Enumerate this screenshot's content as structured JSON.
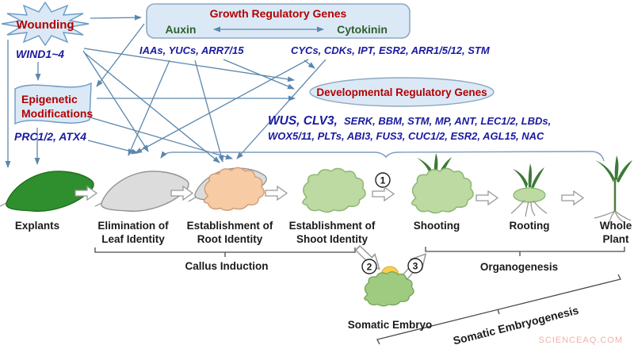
{
  "watermark": "SCIENCEAQ.COM",
  "triggers": {
    "wounding": {
      "label": "Wounding",
      "genes": "WIND1~4"
    },
    "epigenetic": {
      "line1": "Epigenetic",
      "line2": "Modifications",
      "genes": "PRC1/2, ATX4"
    }
  },
  "growth_box": {
    "title": "Growth Regulatory Genes",
    "hormone_left": "Auxin",
    "hormone_right": "Cytokinin",
    "auxin_genes": "IAAs, YUCs, ARR7/15",
    "cytokinin_genes": "CYCs, CDKs, IPT, ESR2, ARR1/5/12, STM"
  },
  "developmental_box": {
    "title": "Developmental Regulatory Genes",
    "genes_line1_lead": "WUS, CLV3,",
    "genes_line1_rest": "SERK, BBM,  STM, MP, ANT, LEC1/2, LBDs,",
    "genes_line2": "WOX5/11, PLTs, ABI3, FUS3, CUC1/2,  ESR2, AGL15, NAC"
  },
  "stages": {
    "explants": {
      "label": "Explants"
    },
    "leaf_elimination": {
      "line1": "Elimination of",
      "line2": "Leaf Identity"
    },
    "root_identity": {
      "line1": "Establishment of",
      "line2": "Root Identity"
    },
    "shoot_identity": {
      "line1": "Establishment of",
      "line2": "Shoot Identity"
    },
    "shooting": {
      "label": "Shooting"
    },
    "rooting": {
      "label": "Rooting"
    },
    "whole_plant": {
      "line1": "Whole",
      "line2": "Plant"
    },
    "somatic_embryo": {
      "label": "Somatic Embryo"
    }
  },
  "phases": {
    "callus_induction": "Callus Induction",
    "organogenesis": "Organogenesis",
    "somatic_embryogenesis": "Somatic Embryogenesis"
  },
  "step_numbers": {
    "one": "1",
    "two": "2",
    "three": "3"
  },
  "colors": {
    "heading_red": "#b30000",
    "gene_blue": "#1a1aa0",
    "hormone_green": "#2d5f2d",
    "arrow_blue": "#5b87ad",
    "node_fill": "#dbe9f6",
    "node_border": "#6b9ac4",
    "explant_green": "#2f8f2f",
    "callus_orange": "#f7cba4",
    "callus_green": "#bcdaa2",
    "embryo_yellow": "#f8cf4e"
  }
}
